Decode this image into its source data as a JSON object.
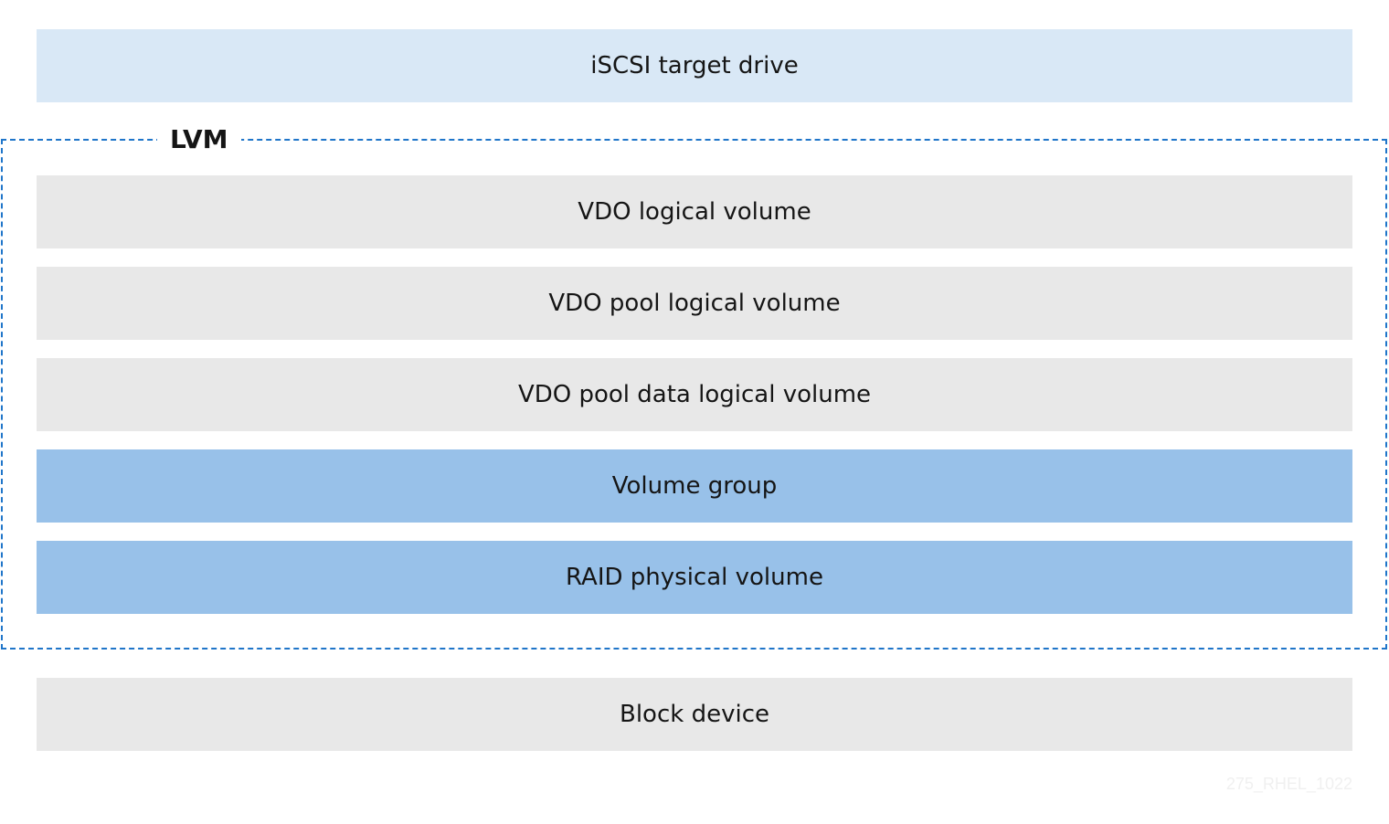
{
  "layers": {
    "iscsi": "iSCSI target drive",
    "vdo_lv": "VDO logical volume",
    "vdo_pool_lv": "VDO pool logical volume",
    "vdo_pool_data_lv": "VDO pool data logical volume",
    "volume_group": "Volume group",
    "raid_pv": "RAID physical volume",
    "block_device": "Block device"
  },
  "group": {
    "label": "LVM"
  },
  "colors": {
    "top_layer": "#d9e8f6",
    "lvm_layer": "#e8e8e8",
    "storage_layer": "#98c1e9",
    "group_border": "#1f75c9"
  },
  "watermark": "275_RHEL_1022"
}
